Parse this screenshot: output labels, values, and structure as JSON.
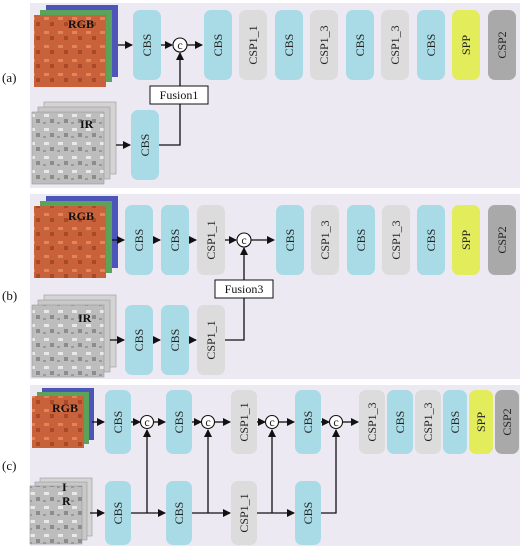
{
  "panels": [
    {
      "label": "(a)",
      "rgb_label": "RGB",
      "ir_label": "IR",
      "fusion_label": "Fusion1",
      "ir_blocks": [
        "CBS"
      ],
      "rgb_blocks": [
        "CBS"
      ],
      "concat_symbol": "c",
      "tail_blocks": [
        "CBS",
        "CSP1_1",
        "CBS",
        "CSP1_3",
        "CBS",
        "CSP1_3",
        "CBS",
        "SPP",
        "CSP2"
      ]
    },
    {
      "label": "(b)",
      "rgb_label": "RGB",
      "ir_label": "IR",
      "fusion_label": "Fusion3",
      "ir_blocks": [
        "CBS",
        "CBS",
        "CSP1_1"
      ],
      "rgb_blocks": [
        "CBS",
        "CBS",
        "CSP1_1"
      ],
      "concat_symbol": "c",
      "tail_blocks": [
        "CBS",
        "CSP1_3",
        "CBS",
        "CSP1_3",
        "CBS",
        "SPP",
        "CSP2"
      ]
    },
    {
      "label": "(c)",
      "rgb_label": "RGB",
      "ir_label_1": "I",
      "ir_label_2": "R",
      "rgb_blocks": [
        "CBS",
        "CBS",
        "CSP1_1",
        "CBS"
      ],
      "ir_blocks": [
        "CBS",
        "CBS",
        "CSP1_1",
        "CBS"
      ],
      "concat_symbol": "c",
      "tail_blocks": [
        "CSP1_3",
        "CBS",
        "CSP1_3",
        "CBS",
        "SPP",
        "CSP2"
      ]
    }
  ],
  "colors": {
    "panel_bg": "#ece9f3",
    "cbs": "#a9dbe6",
    "csp": "#dcdcdc",
    "spp": "#e3ec5a",
    "csp2": "#a9a9a9",
    "rgb_red": "#c9623a",
    "rgb_green": "#5aa35a",
    "rgb_blue": "#4d56b8",
    "ir_gray": "#b8b8b8"
  }
}
